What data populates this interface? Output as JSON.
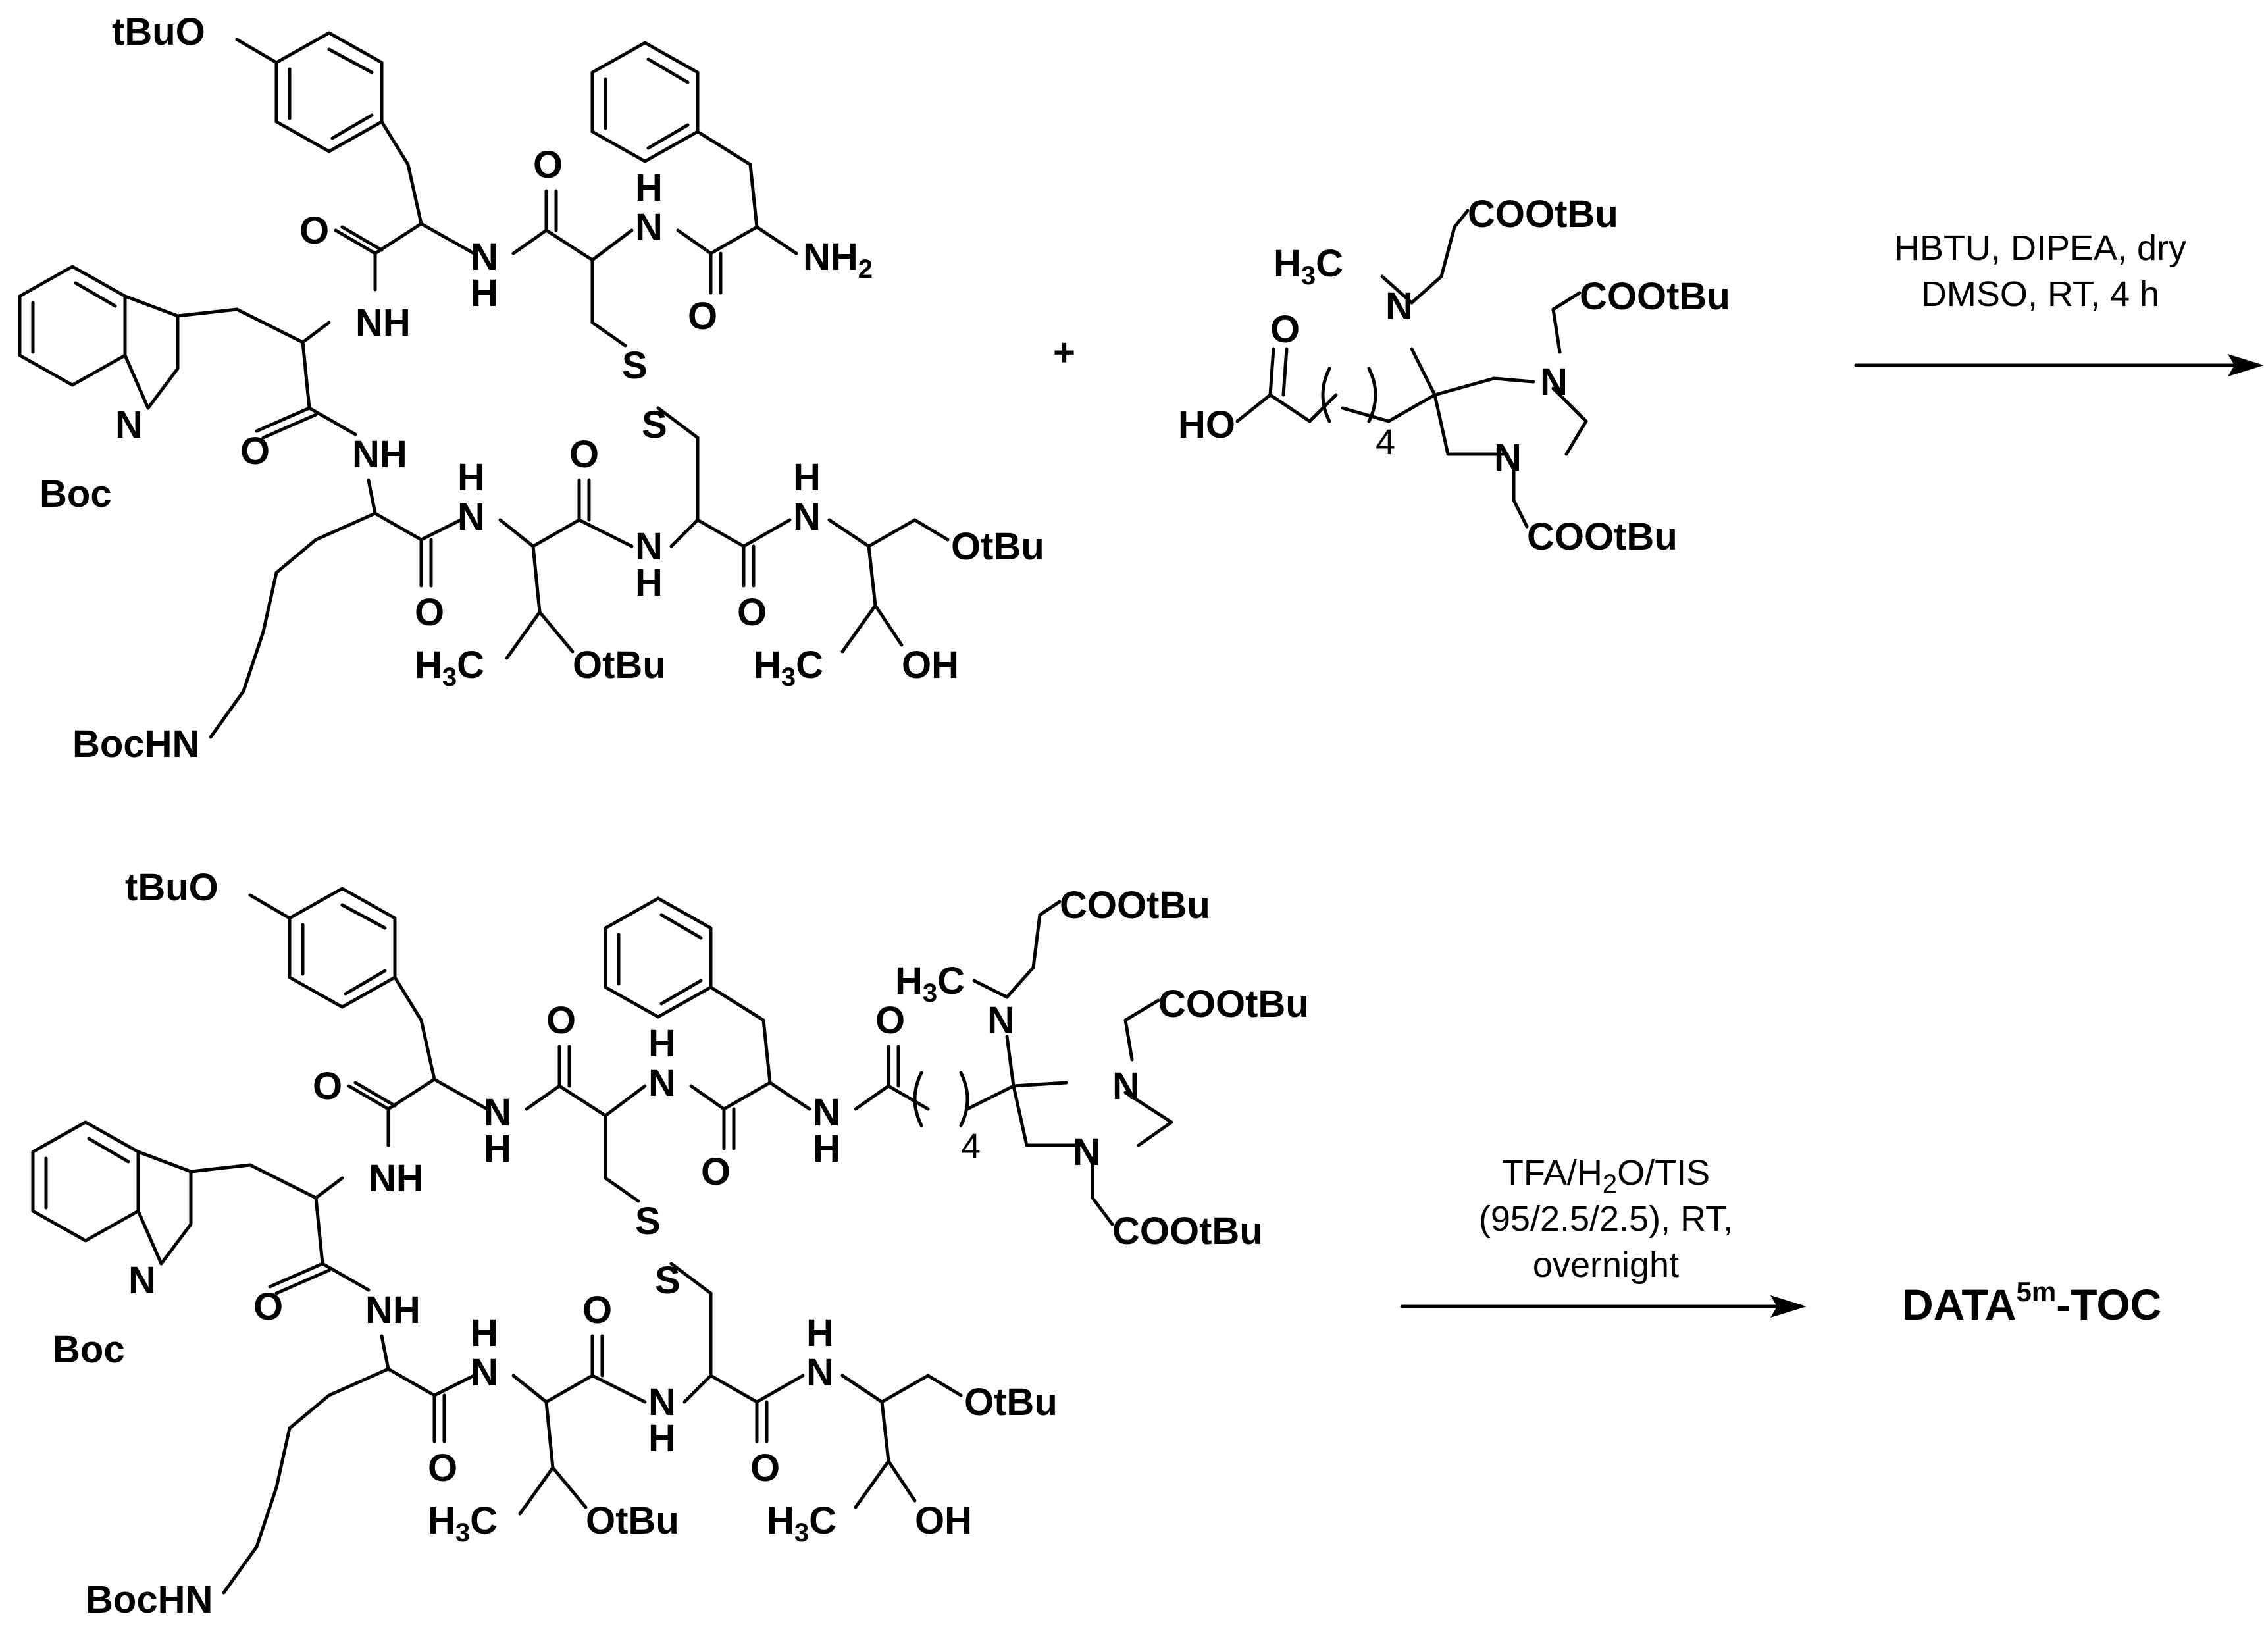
{
  "reaction_1": {
    "conditions_line1": "HBTU, DIPEA, dry",
    "conditions_line2": "DMSO, RT, 4 h",
    "plus": "+"
  },
  "reaction_2": {
    "conditions_line1": "TFA/H",
    "conditions_line1_sub": "2",
    "conditions_line1_end": "O/TIS",
    "conditions_line2": "(95/2.5/2.5), RT,",
    "conditions_line3": "overnight"
  },
  "product": {
    "name": "DATA",
    "superscript": "5m",
    "suffix": "-TOC"
  },
  "labels": {
    "tBuO": "tBuO",
    "Boc": "Boc",
    "BocHN": "BocHN",
    "NH": "NH",
    "N": "N",
    "H": "H",
    "O": "O",
    "S": "S",
    "NH2": "NH",
    "NH2_sub": "2",
    "OtBu": "OtBu",
    "OH": "OH",
    "HO": "HO",
    "H3C": "H",
    "H3C_sub": "3",
    "H3C_C": "C",
    "COOtBu": "COOtBu",
    "n4": "4"
  }
}
